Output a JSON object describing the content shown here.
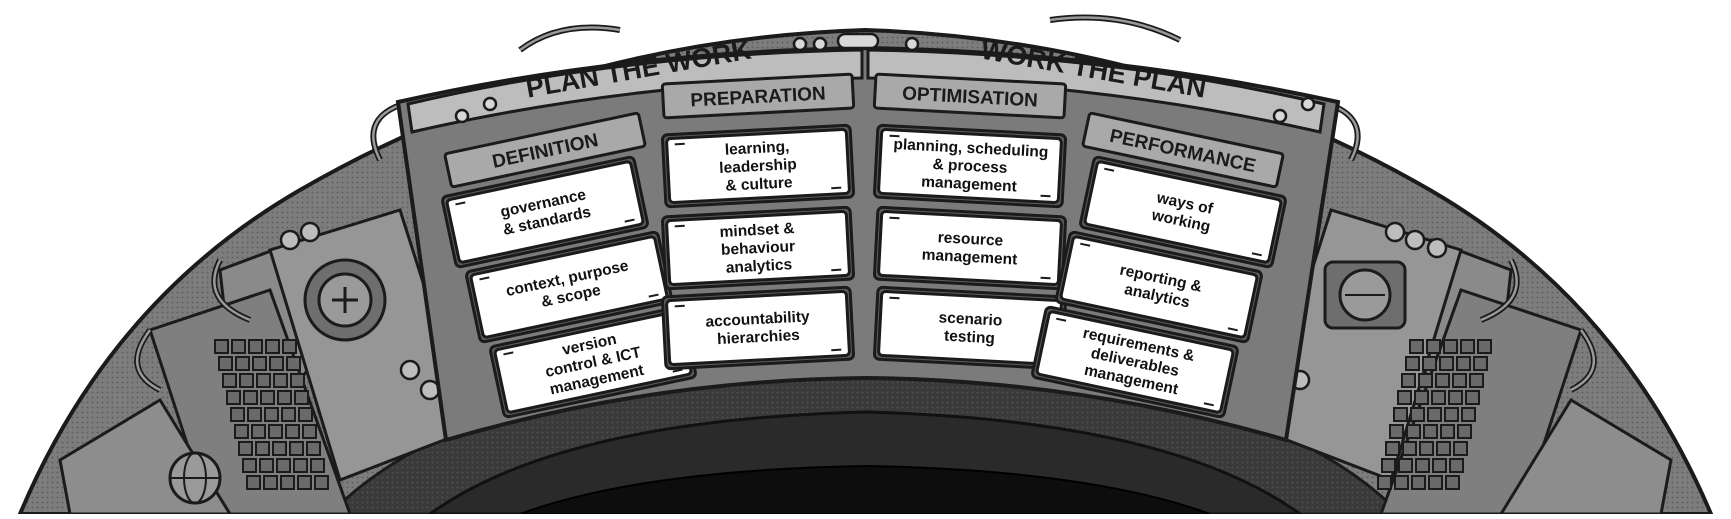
{
  "left_header": "PLAN THE WORK",
  "right_header": "WORK THE PLAN",
  "columns": [
    {
      "title": "DEFINITION",
      "items": [
        [
          "governance",
          "& standards"
        ],
        [
          "context, purpose",
          "& scope"
        ],
        [
          "version",
          "control & ICT",
          "management"
        ]
      ]
    },
    {
      "title": "PREPARATION",
      "items": [
        [
          "learning,",
          "leadership",
          "& culture"
        ],
        [
          "mindset &",
          "behaviour",
          "analytics"
        ],
        [
          "accountability",
          "hierarchies"
        ]
      ]
    },
    {
      "title": "OPTIMISATION",
      "items": [
        [
          "planning, scheduling",
          "& process",
          "management"
        ],
        [
          "resource",
          "management"
        ],
        [
          "scenario",
          "testing"
        ]
      ]
    },
    {
      "title": "PERFORMANCE",
      "items": [
        [
          "ways of",
          "working"
        ],
        [
          "reporting &",
          "analytics"
        ],
        [
          "requirements &",
          "deliverables",
          "management"
        ]
      ]
    }
  ],
  "colors": {
    "outline": "#1b1b1b",
    "panel": "#8a8a8a",
    "panel_dark": "#5e5e5e",
    "banner": "#bdbdbd",
    "category": "#a9a9a9",
    "card": "#ffffff",
    "ring_dark": "#2e2e2e",
    "core": "#141414"
  },
  "icons": [
    "knob-icon",
    "dial-icon",
    "cable-icon",
    "keypad-icon",
    "globe-icon",
    "screen-icon",
    "switch-icon",
    "bolt-icon"
  ]
}
